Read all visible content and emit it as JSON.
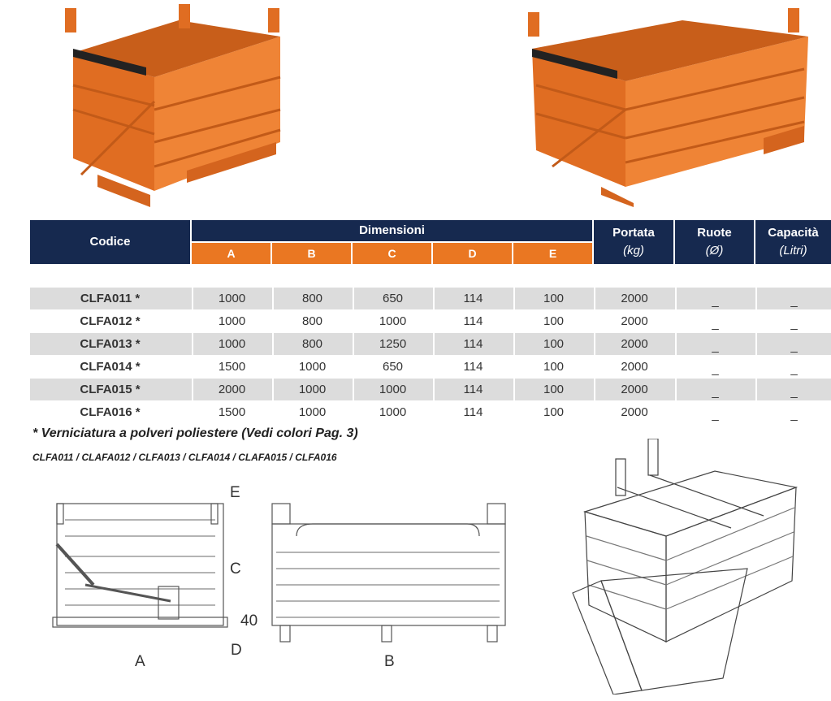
{
  "table": {
    "headers": {
      "code": "Codice",
      "dimensions": "Dimensioni",
      "capacity_load": "Portata",
      "capacity_load_unit": "(kg)",
      "wheels": "Ruote",
      "wheels_unit": "(Ø)",
      "volume": "Capacità",
      "volume_unit": "(Litri)"
    },
    "dim_cols": [
      "A",
      "B",
      "C",
      "D",
      "E"
    ],
    "rows": [
      {
        "code": "CLFA011 *",
        "a": "1000",
        "b": "800",
        "c": "650",
        "d": "114",
        "e": "100",
        "load": "2000",
        "wheels": "_",
        "volume": "_"
      },
      {
        "code": "CLFA012 *",
        "a": "1000",
        "b": "800",
        "c": "1000",
        "d": "114",
        "e": "100",
        "load": "2000",
        "wheels": "_",
        "volume": "_"
      },
      {
        "code": "CLFA013 *",
        "a": "1000",
        "b": "800",
        "c": "1250",
        "d": "114",
        "e": "100",
        "load": "2000",
        "wheels": "_",
        "volume": "_"
      },
      {
        "code": "CLFA014 *",
        "a": "1500",
        "b": "1000",
        "c": "650",
        "d": "114",
        "e": "100",
        "load": "2000",
        "wheels": "_",
        "volume": "_"
      },
      {
        "code": "CLFA015 *",
        "a": "2000",
        "b": "1000",
        "c": "1000",
        "d": "114",
        "e": "100",
        "load": "2000",
        "wheels": "_",
        "volume": "_"
      },
      {
        "code": "CLFA016 *",
        "a": "1500",
        "b": "1000",
        "c": "1000",
        "d": "114",
        "e": "100",
        "load": "2000",
        "wheels": "_",
        "volume": "_"
      }
    ]
  },
  "footnote": "* Verniciatura a polveri poliestere (Vedi colori Pag. 3)",
  "codes_line": "CLFA011 / CLAFA012 / CLFA013 / CLFA014 / CLAFA015 / CLFA016",
  "drawing_labels": {
    "e": "E",
    "c": "C",
    "forty": "40",
    "d": "D",
    "a": "A",
    "b": "B"
  },
  "colors": {
    "navy": "#16294f",
    "orange": "#ea7722",
    "row_gray": "#dcdcdc",
    "bin_orange": "#e8772a"
  }
}
